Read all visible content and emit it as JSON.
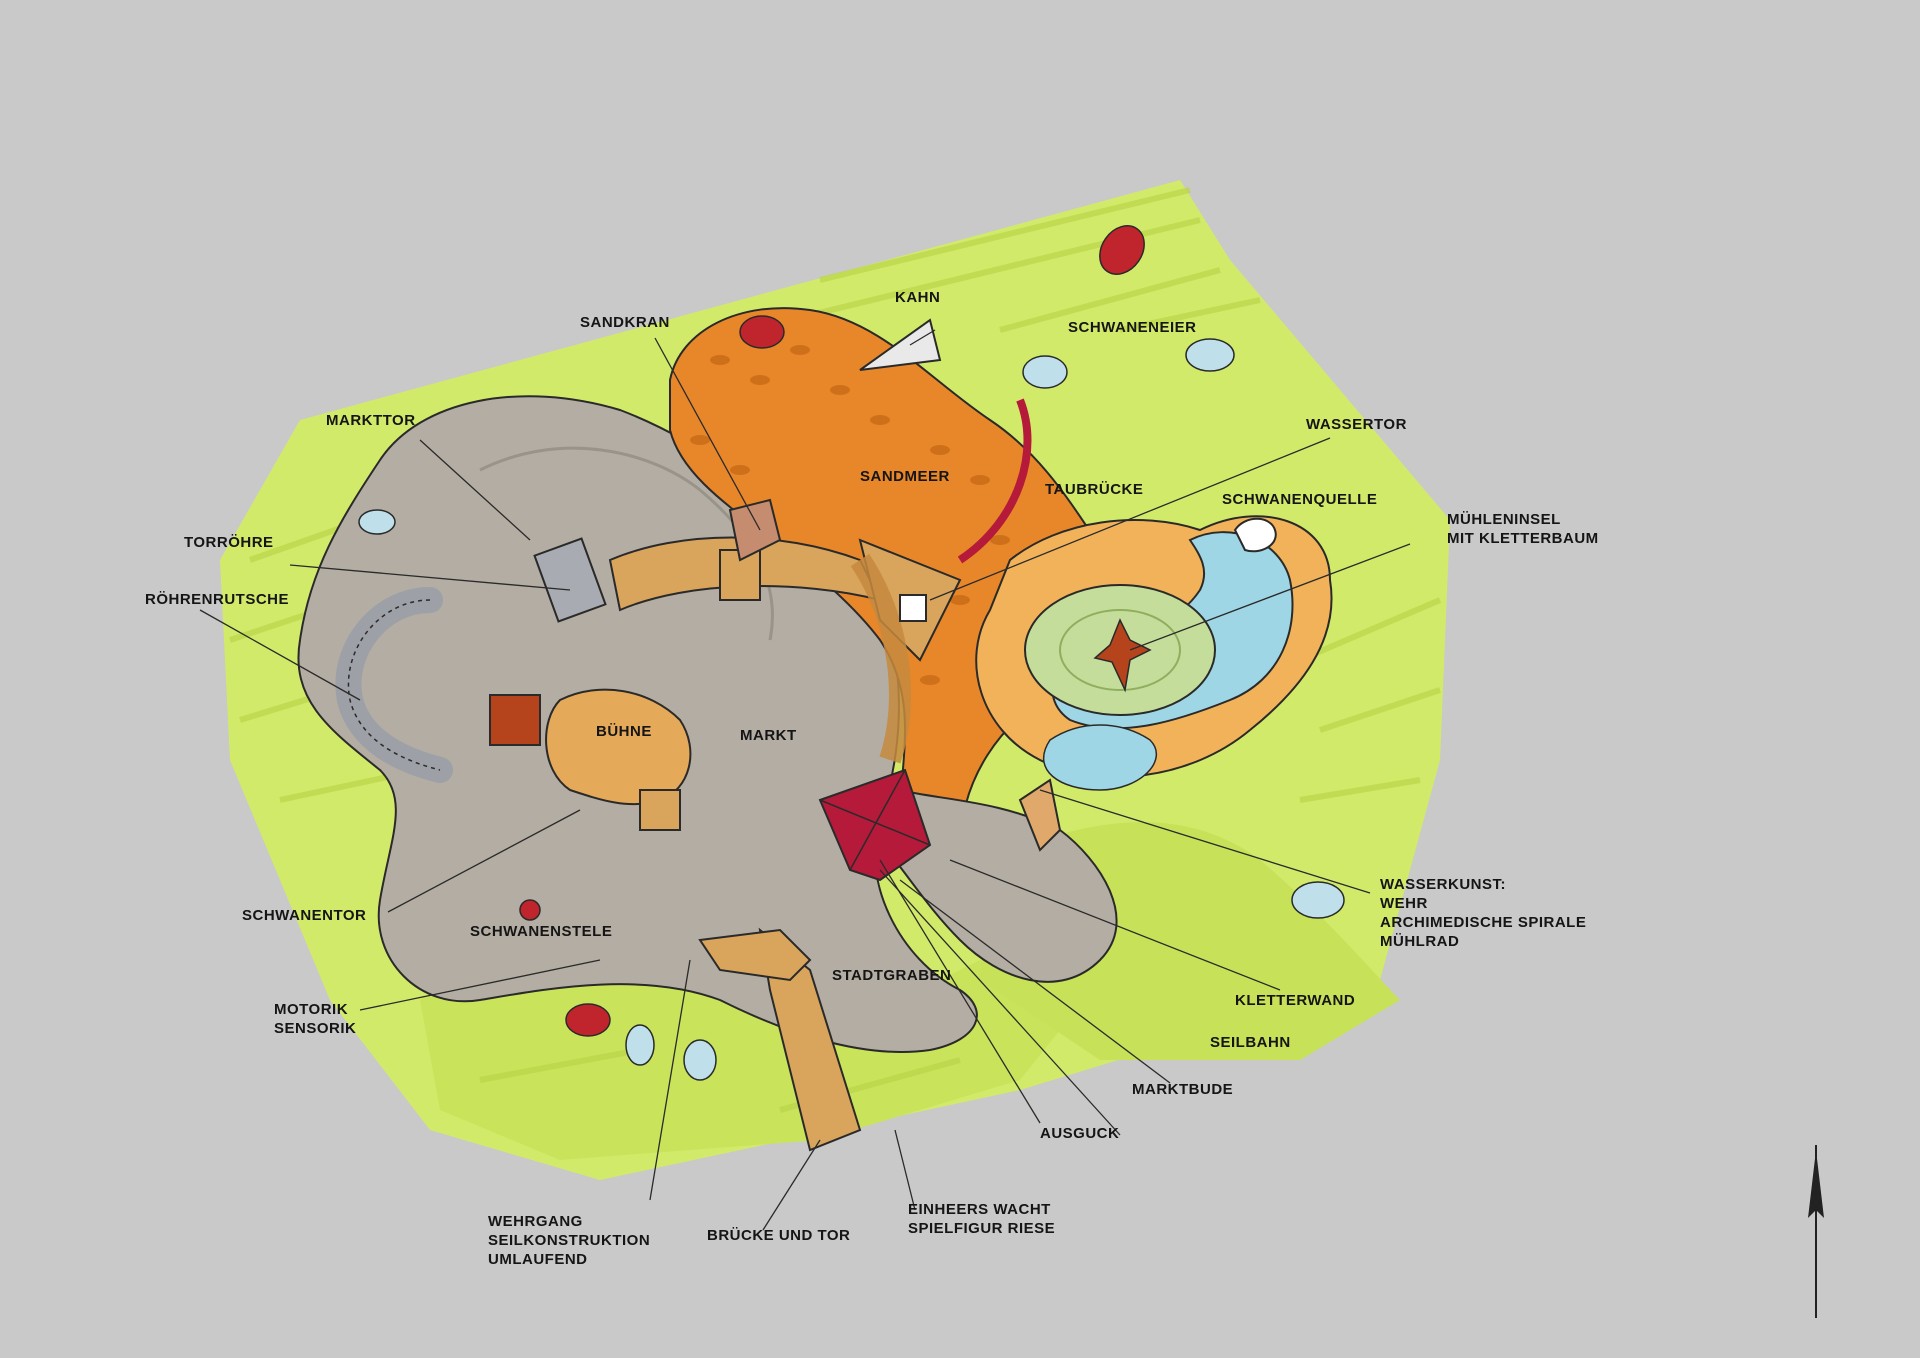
{
  "labels": {
    "sandkran": "SANDKRAN",
    "kahn": "KAHN",
    "schwaneneier": "SCHWANENEIER",
    "markttor": "MARKTTOR",
    "wassertor": "WASSERTOR",
    "sandmeer": "SANDMEER",
    "taubruecke": "TAUBRÜCKE",
    "schwanenquelle": "SCHWANENQUELLE",
    "muehleninsel_1": "MÜHLENINSEL",
    "muehleninsel_2": "MIT KLETTERBAUM",
    "torroehre": "TORRÖHRE",
    "roehrenrutsche": "RÖHRENRUTSCHE",
    "buehne": "BÜHNE",
    "markt": "MARKT",
    "wasserkunst_1": "WASSERKUNST:",
    "wasserkunst_2": "WEHR",
    "wasserkunst_3": "ARCHIMEDISCHE SPIRALE",
    "wasserkunst_4": "MÜHLRAD",
    "schwanentor": "SCHWANENTOR",
    "schwanenstele": "SCHWANENSTELE",
    "stadtgraben": "STADTGRABEN",
    "kletterwand": "KLETTERWAND",
    "motorik_1": "MOTORIK",
    "motorik_2": "SENSORIK",
    "seilbahn": "SEILBAHN",
    "marktbude": "MARKTBUDE",
    "ausguck": "AUSGUCK",
    "einheers_1": "EINHEERS WACHT",
    "einheers_2": "SPIELFIGUR RIESE",
    "wehrgang_1": "WEHRGANG",
    "wehrgang_2": "SEILKONSTRUKTION",
    "wehrgang_3": "UMLAUFEND",
    "bruecke": "BRÜCKE UND TOR"
  },
  "north_arrow": "north-arrow-icon",
  "colors": {
    "background": "#c9c9c9",
    "meadow": "#d2ea6a",
    "pavement": "#b3ada3",
    "sand": "#e8872a",
    "wood": "#d9a45c",
    "water": "#9fd6e6",
    "island": "#c4dd9a",
    "canopy_red": "#b51a3a",
    "egg_red": "#c0242c",
    "egg_blue": "#bfe0ea"
  }
}
